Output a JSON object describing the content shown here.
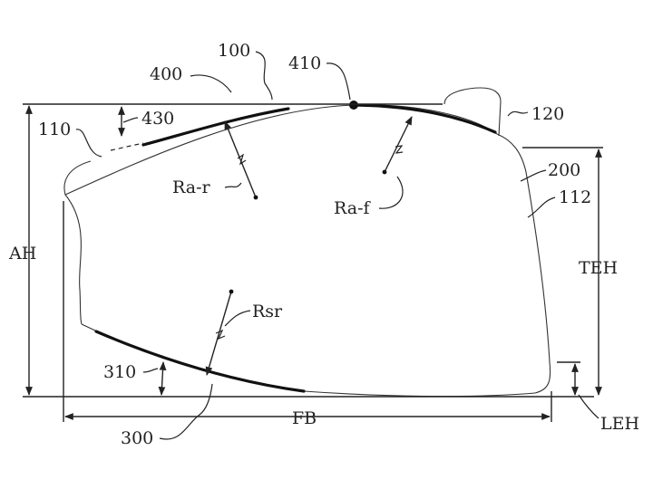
{
  "labels": {
    "ref_100": "100",
    "ref_400": "400",
    "ref_410": "410",
    "ref_120": "120",
    "ref_110": "110",
    "ref_430": "430",
    "ref_ra_r": "Ra-r",
    "ref_ra_f": "Ra-f",
    "ref_200": "200",
    "ref_112": "112",
    "ref_ah": "AH",
    "ref_teh": "TEH",
    "ref_rsr": "Rsr",
    "ref_310": "310",
    "ref_300": "300",
    "ref_fb": "FB",
    "ref_leh": "LEH"
  },
  "colors": {
    "line": "#222222",
    "background": "#ffffff"
  }
}
